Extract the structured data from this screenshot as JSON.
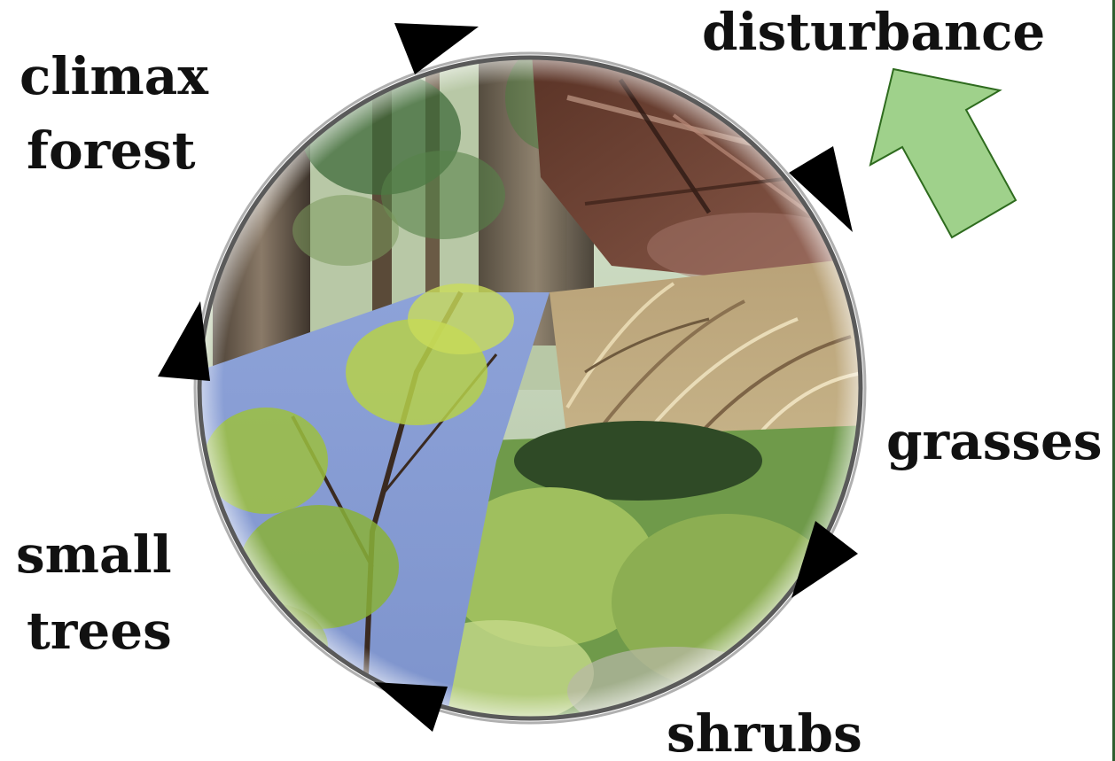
{
  "labels": {
    "climax_line1": "climax",
    "climax_line2": "forest",
    "disturbance": "disturbance",
    "grasses": "grasses",
    "small_line1": "small",
    "small_line2": "trees",
    "shrubs": "shrubs"
  },
  "colors": {
    "highlight_arrow_fill": "#9fd18b",
    "highlight_arrow_stroke": "#2e6b1e",
    "cycle_arrow": "#000000",
    "right_border": "#2e5e2e"
  }
}
